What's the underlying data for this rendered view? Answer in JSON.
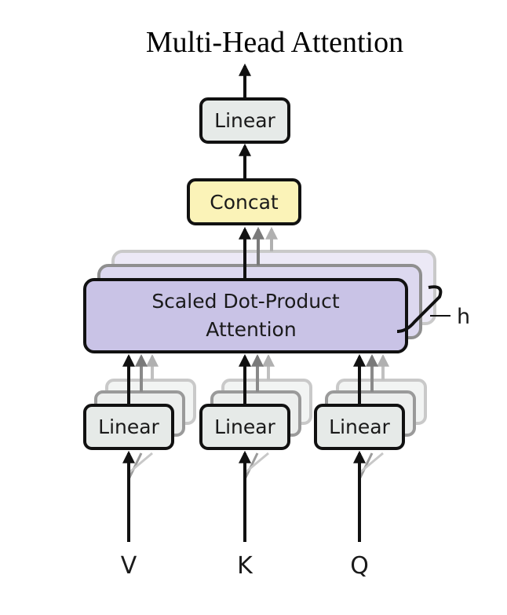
{
  "title": "Multi-Head Attention",
  "blocks": {
    "output_linear": "Linear",
    "concat": "Concat",
    "attention_line1": "Scaled Dot-Product",
    "attention_line2": "Attention",
    "linear_v": "Linear",
    "linear_k": "Linear",
    "linear_q": "Linear"
  },
  "inputs": {
    "v": "V",
    "k": "K",
    "q": "Q"
  },
  "heads_label": "h",
  "colors": {
    "linear_fill": "#e6eae8",
    "concat_fill": "#fbf3b8",
    "attention_fill": "#c9c3e6",
    "stroke": "#111111"
  }
}
